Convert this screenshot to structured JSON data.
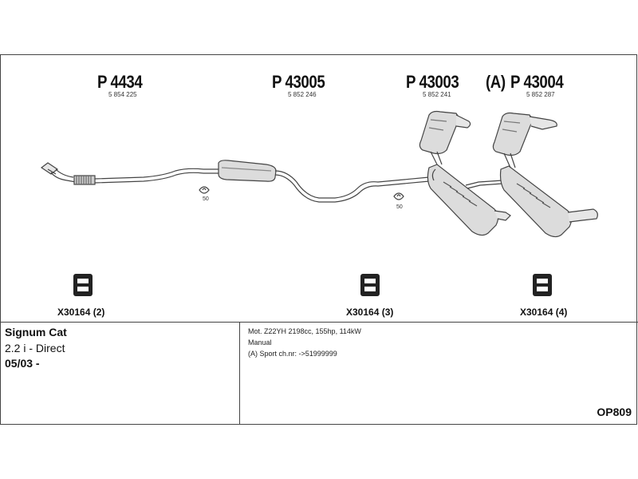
{
  "parts": {
    "p1": {
      "label": "P 4434",
      "number": "5 854 225"
    },
    "p2": {
      "label": "P 43005",
      "number": "5 852 246"
    },
    "p3": {
      "label": "P 43003",
      "number": "5 852 241"
    },
    "p4": {
      "prefix": "(A)",
      "label": "P 43004",
      "number": "5 852 287"
    }
  },
  "clamps": {
    "left": "50",
    "right": "50"
  },
  "mounts": [
    {
      "label": "X30164 (2)"
    },
    {
      "label": "X30164 (3)"
    },
    {
      "label": "X30164 (4)"
    }
  ],
  "vehicle": {
    "name": "Signum Cat",
    "engine": "2.2 i - Direct",
    "date": "05/03 -"
  },
  "specs": {
    "motor": "Mot. Z22YH 2198cc, 155hp, 114kW",
    "transmission": "Manual",
    "note": "(A) Sport ch.nr: ->51999999"
  },
  "diagram_code": "OP809",
  "colors": {
    "line": "#444444",
    "fill": "#d9d9d9",
    "dark": "#222222"
  }
}
